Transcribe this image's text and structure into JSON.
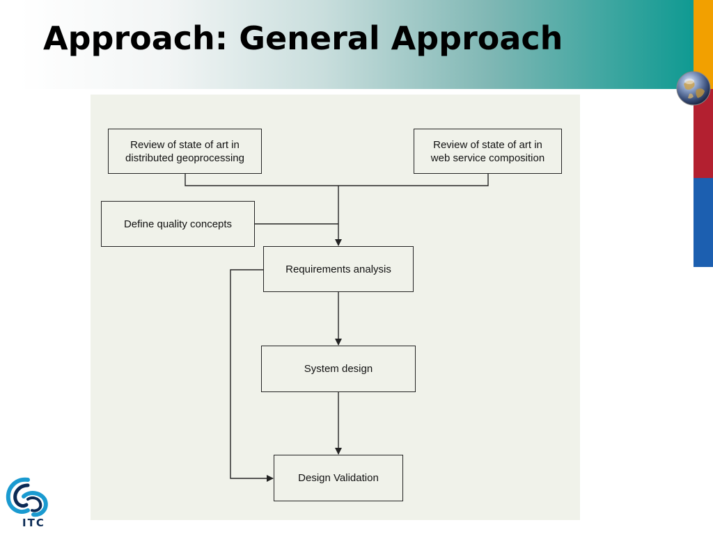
{
  "slide": {
    "title": "Approach: General Approach"
  },
  "colors": {
    "panel_bg": "#f0f2ea",
    "bar_orange": "#f2a000",
    "bar_red": "#b32030",
    "bar_blue": "#1c5fb0",
    "header_teal": "#0f9a92",
    "line": "#222222"
  },
  "diagram": {
    "nodes": {
      "review_geo": "Review of state of art in\ndistributed geoprocessing",
      "review_ws": "Review of state of art in\nweb service composition",
      "quality": "Define quality concepts",
      "requirements": "Requirements analysis",
      "system_design": "System design",
      "validation": "Design Validation"
    }
  },
  "logo": {
    "text": "ITC",
    "icon": "itc-logo-icon"
  },
  "decor": {
    "globe_icon": "globe-icon"
  }
}
